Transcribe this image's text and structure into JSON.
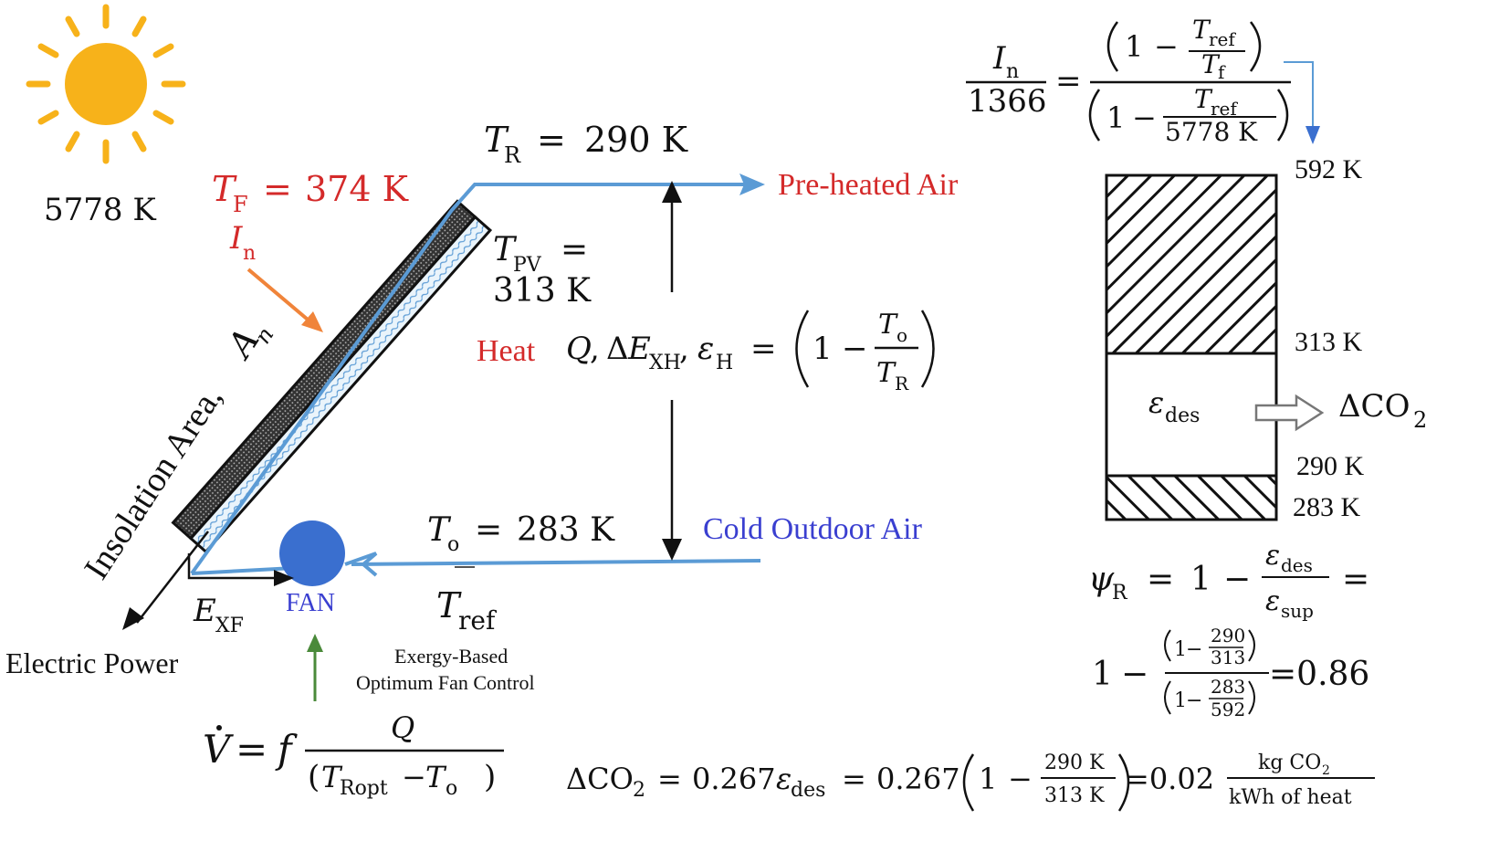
{
  "sun": {
    "temp": "5778 K"
  },
  "labels": {
    "tf": "374 K",
    "tr": "290 K",
    "tpv": "313 K",
    "to": "283 K",
    "preheated": "Pre-heated Air",
    "cold": "Cold Outdoor Air",
    "heat": "Heat",
    "insolation": "Insolation Area, ",
    "fan": "FAN",
    "electric": "Electric Power",
    "exergy1": "Exergy-Based",
    "exergy2": "Optimum  Fan Control"
  },
  "formula_top": {
    "left_den": "1366",
    "sun_temp": "5778 K"
  },
  "bar_levels": {
    "t592": "592 K",
    "t313": "313 K",
    "t290": "290 K",
    "t283": "283 K",
    "co2": "ΔCO"
  },
  "psi": {
    "value": "=0.86",
    "n1": "290",
    "d1": "313",
    "n2": "283",
    "d2": "592"
  },
  "co2_eq": {
    "coef": "0.267",
    "num": "290 K",
    "den": "313 K",
    "result": "=0.02",
    "unit_num": "kg CO",
    "unit_den": "kWh of heat"
  },
  "colors": {
    "red": "#d42a2a",
    "blue": "#3a3fd0",
    "pipe": "#5b9bd5",
    "sun": "#f7b21a",
    "fan": "#3a6fcf",
    "arrow_orange": "#f0843a",
    "arrow_green": "#4a8a3a"
  }
}
